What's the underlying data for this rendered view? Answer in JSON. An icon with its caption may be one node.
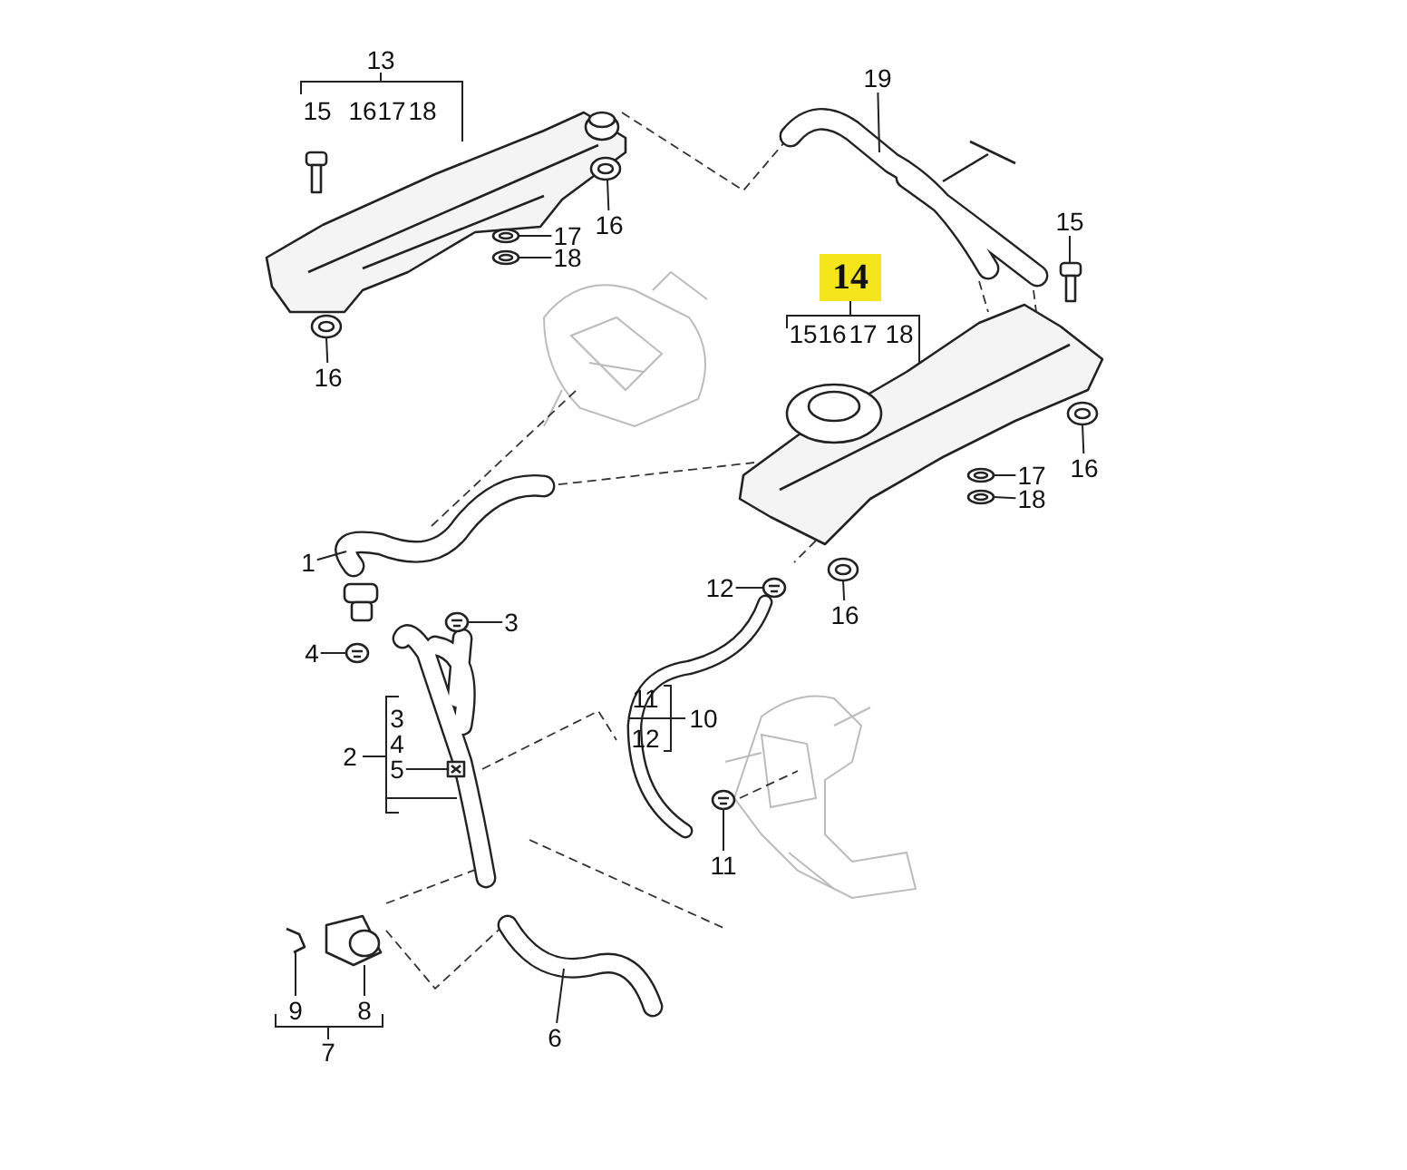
{
  "diagram": {
    "nodes": [
      {
        "text": [
          "16"
        ]
      },
      {
        "text": [
          "17"
        ]
      },
      {
        "text": [
          "18"
        ]
      },
      {
        "text": [
          "16"
        ]
      },
      {
        "text": [
          "19"
        ]
      },
      {
        "text": [
          "15"
        ]
      },
      {
        "text": [
          "16"
        ]
      },
      {
        "text": [
          "17"
        ]
      },
      {
        "text": [
          "18"
        ]
      },
      {
        "text": [
          "1"
        ]
      },
      {
        "text": [
          "12"
        ]
      },
      {
        "text": [
          "16"
        ]
      },
      {
        "text": [
          "3"
        ]
      },
      {
        "text": [
          "4"
        ]
      },
      {
        "text": [
          "11"
        ]
      },
      {
        "text": [
          "6"
        ]
      },
      {
        "text": [
          "14"
        ]
      },
      {
        "text": [
          "5"
        ]
      },
      {
        "text": [
          "9"
        ]
      },
      {
        "text": [
          "8"
        ]
      },
      {
        "text": [],
        "shape": "picture"
      },
      {
        "text": [],
        "shape": "picture"
      },
      {
        "text": [],
        "shape": "picture"
      },
      {
        "text": [],
        "shape": "picture"
      },
      {
        "text": [],
        "shape": "picture"
      },
      {
        "text": [],
        "shape": "picture"
      },
      {
        "text": [],
        "shape": "picture"
      },
      {
        "text": [],
        "shape": "picture"
      },
      {
        "text": [],
        "shape": "picture"
      },
      {
        "text": [],
        "shape": "picture"
      },
      {
        "text": [],
        "shape": "picture"
      },
      {
        "text": [],
        "shape": "picture"
      },
      {
        "text": [],
        "shape": "picture"
      },
      {
        "text": [],
        "shape": "picture"
      },
      {
        "text": [],
        "shape": "picture"
      },
      {
        "text": [],
        "shape": "picture"
      },
      {
        "text": [],
        "shape": "picture"
      },
      {
        "text": [],
        "shape": "picture"
      },
      {
        "text": [],
        "shape": "picture"
      }
    ],
    "edges": [
      {
        "from": 0,
        "to": 20,
        "arrow": "none"
      },
      {
        "from": 1,
        "to": 21,
        "arrow": "none"
      },
      {
        "from": 2,
        "to": 22,
        "arrow": "none"
      },
      {
        "from": 3,
        "to": 23,
        "arrow": "none"
      },
      {
        "from": 4,
        "to": 24,
        "arrow": "none"
      },
      {
        "from": 5,
        "to": 25,
        "arrow": "none"
      },
      {
        "from": 6,
        "to": 26,
        "arrow": "none"
      },
      {
        "from": 7,
        "to": 27,
        "arrow": "none"
      },
      {
        "from": 8,
        "to": 28,
        "arrow": "none"
      },
      {
        "from": 9,
        "to": 29,
        "arrow": "none"
      },
      {
        "from": 10,
        "to": 30,
        "arrow": "none"
      },
      {
        "from": 11,
        "to": 31,
        "arrow": "none"
      },
      {
        "from": 12,
        "to": 32,
        "arrow": "none"
      },
      {
        "from": 13,
        "to": 33,
        "arrow": "none"
      },
      {
        "from": 14,
        "to": 35,
        "arrow": "none"
      },
      {
        "from": 15,
        "to": 36,
        "arrow": "none"
      },
      {
        "from": 17,
        "to": 34,
        "arrow": "none"
      },
      {
        "from": 18,
        "to": 37,
        "arrow": "none"
      },
      {
        "from": 19,
        "to": 38,
        "arrow": "none"
      }
    ],
    "labels": [
      "13",
      "15",
      "16",
      "17",
      "18",
      "15",
      "16",
      "17",
      "18",
      "2",
      "3",
      "4",
      "11",
      "12",
      "10",
      "7"
    ]
  }
}
